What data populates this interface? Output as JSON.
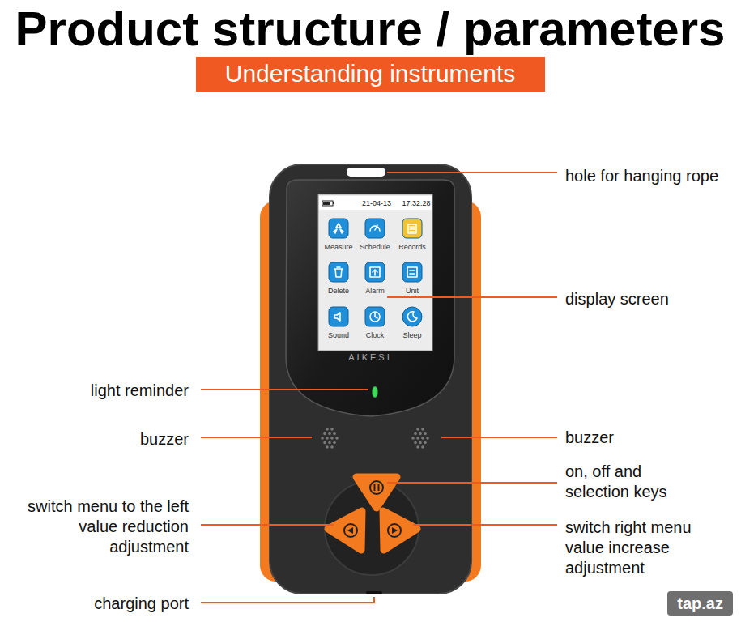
{
  "diagram": {
    "title": "Product structure / parameters",
    "nodes": [
      {
        "text": [
          "Understanding instruments"
        ]
      }
    ],
    "labels": [
      "hole for hanging rope",
      "21-04-13",
      "17:32:28",
      "Measure",
      "Schedule",
      "Records",
      "display screen",
      "Delete",
      "Alarm",
      "Unit",
      "Sound",
      "Clock",
      "Sleep",
      "AIKESI",
      "light reminder",
      "buzzer",
      "buzzer",
      "on, off and selection keys",
      "switch menu to the left value reduction adjustment",
      "switch right menu value increase adjustment",
      "charging port",
      "tap.az"
    ]
  }
}
